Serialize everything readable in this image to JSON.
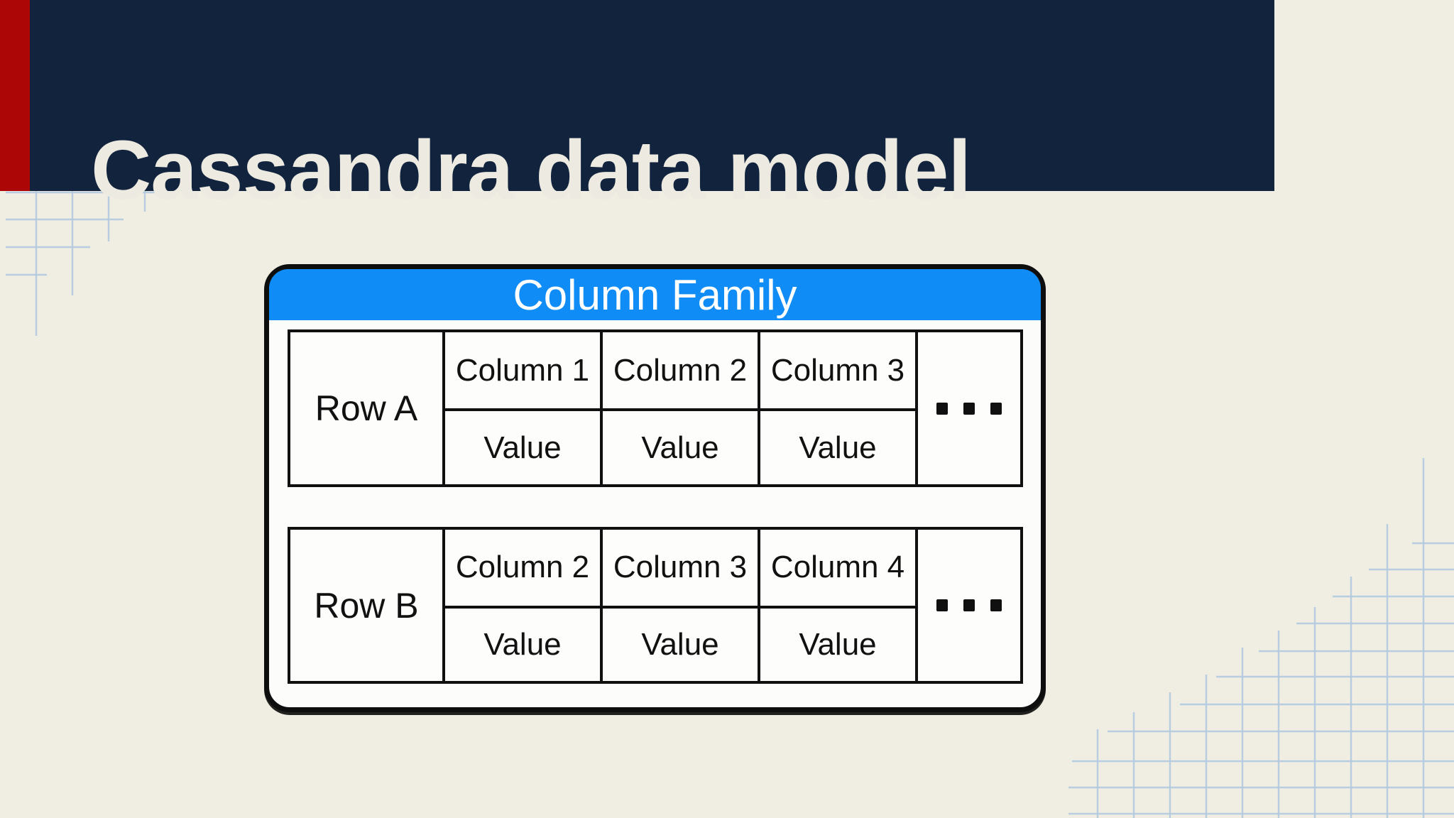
{
  "slide": {
    "title": "Cassandra data model"
  },
  "diagram": {
    "header": "Column Family",
    "tables": [
      {
        "row_label": "Row A",
        "columns": [
          "Column 1",
          "Column 2",
          "Column 3"
        ],
        "values": [
          "Value",
          "Value",
          "Value"
        ],
        "ellipsis": "..."
      },
      {
        "row_label": "Row B",
        "columns": [
          "Column 2",
          "Column 3",
          "Column 4"
        ],
        "values": [
          "Value",
          "Value",
          "Value"
        ],
        "ellipsis": "..."
      }
    ]
  },
  "colors": {
    "background": "#F0EDE3",
    "banner": "#12233E",
    "stripe": "#AC0606",
    "family_header": "#0F8CF5",
    "grid_line": "#B3CADF",
    "title_text": "#ECEAE1"
  }
}
